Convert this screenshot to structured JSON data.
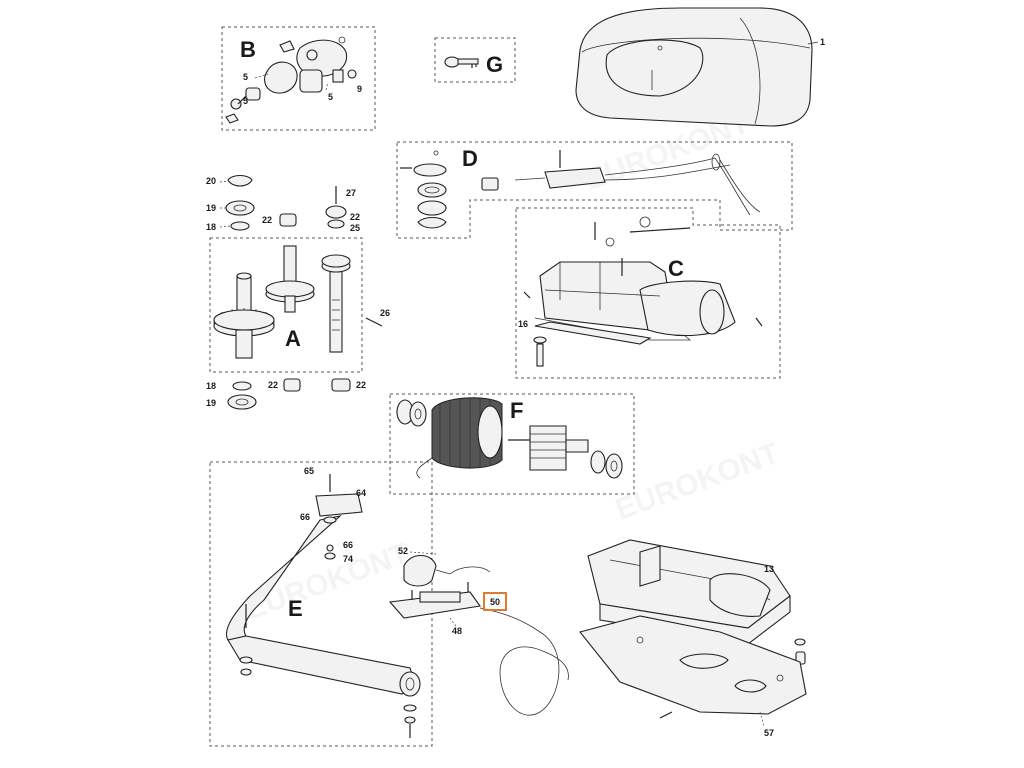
{
  "groups": {
    "A": "A",
    "B": "B",
    "C": "C",
    "D": "D",
    "E": "E",
    "F": "F",
    "G": "G"
  },
  "highlight": {
    "label": "50",
    "color": "#e07a2e"
  },
  "part_numbers": {
    "p1": "1",
    "p5a": "5",
    "p5b": "5",
    "p5c": "5",
    "p9": "9",
    "p20": "20",
    "p19a": "19",
    "p18a": "18",
    "p22a": "22",
    "p27": "27",
    "p22b": "22",
    "p25": "25",
    "p26": "26",
    "p16": "16",
    "p18b": "18",
    "p22c": "22",
    "p22d": "22",
    "p19b": "19",
    "p65": "65",
    "p64": "64",
    "p66a": "66",
    "p66b": "66",
    "p74": "74",
    "p52": "52",
    "p48": "48",
    "p13": "13",
    "p57": "57"
  },
  "watermark": "EUROKONT"
}
